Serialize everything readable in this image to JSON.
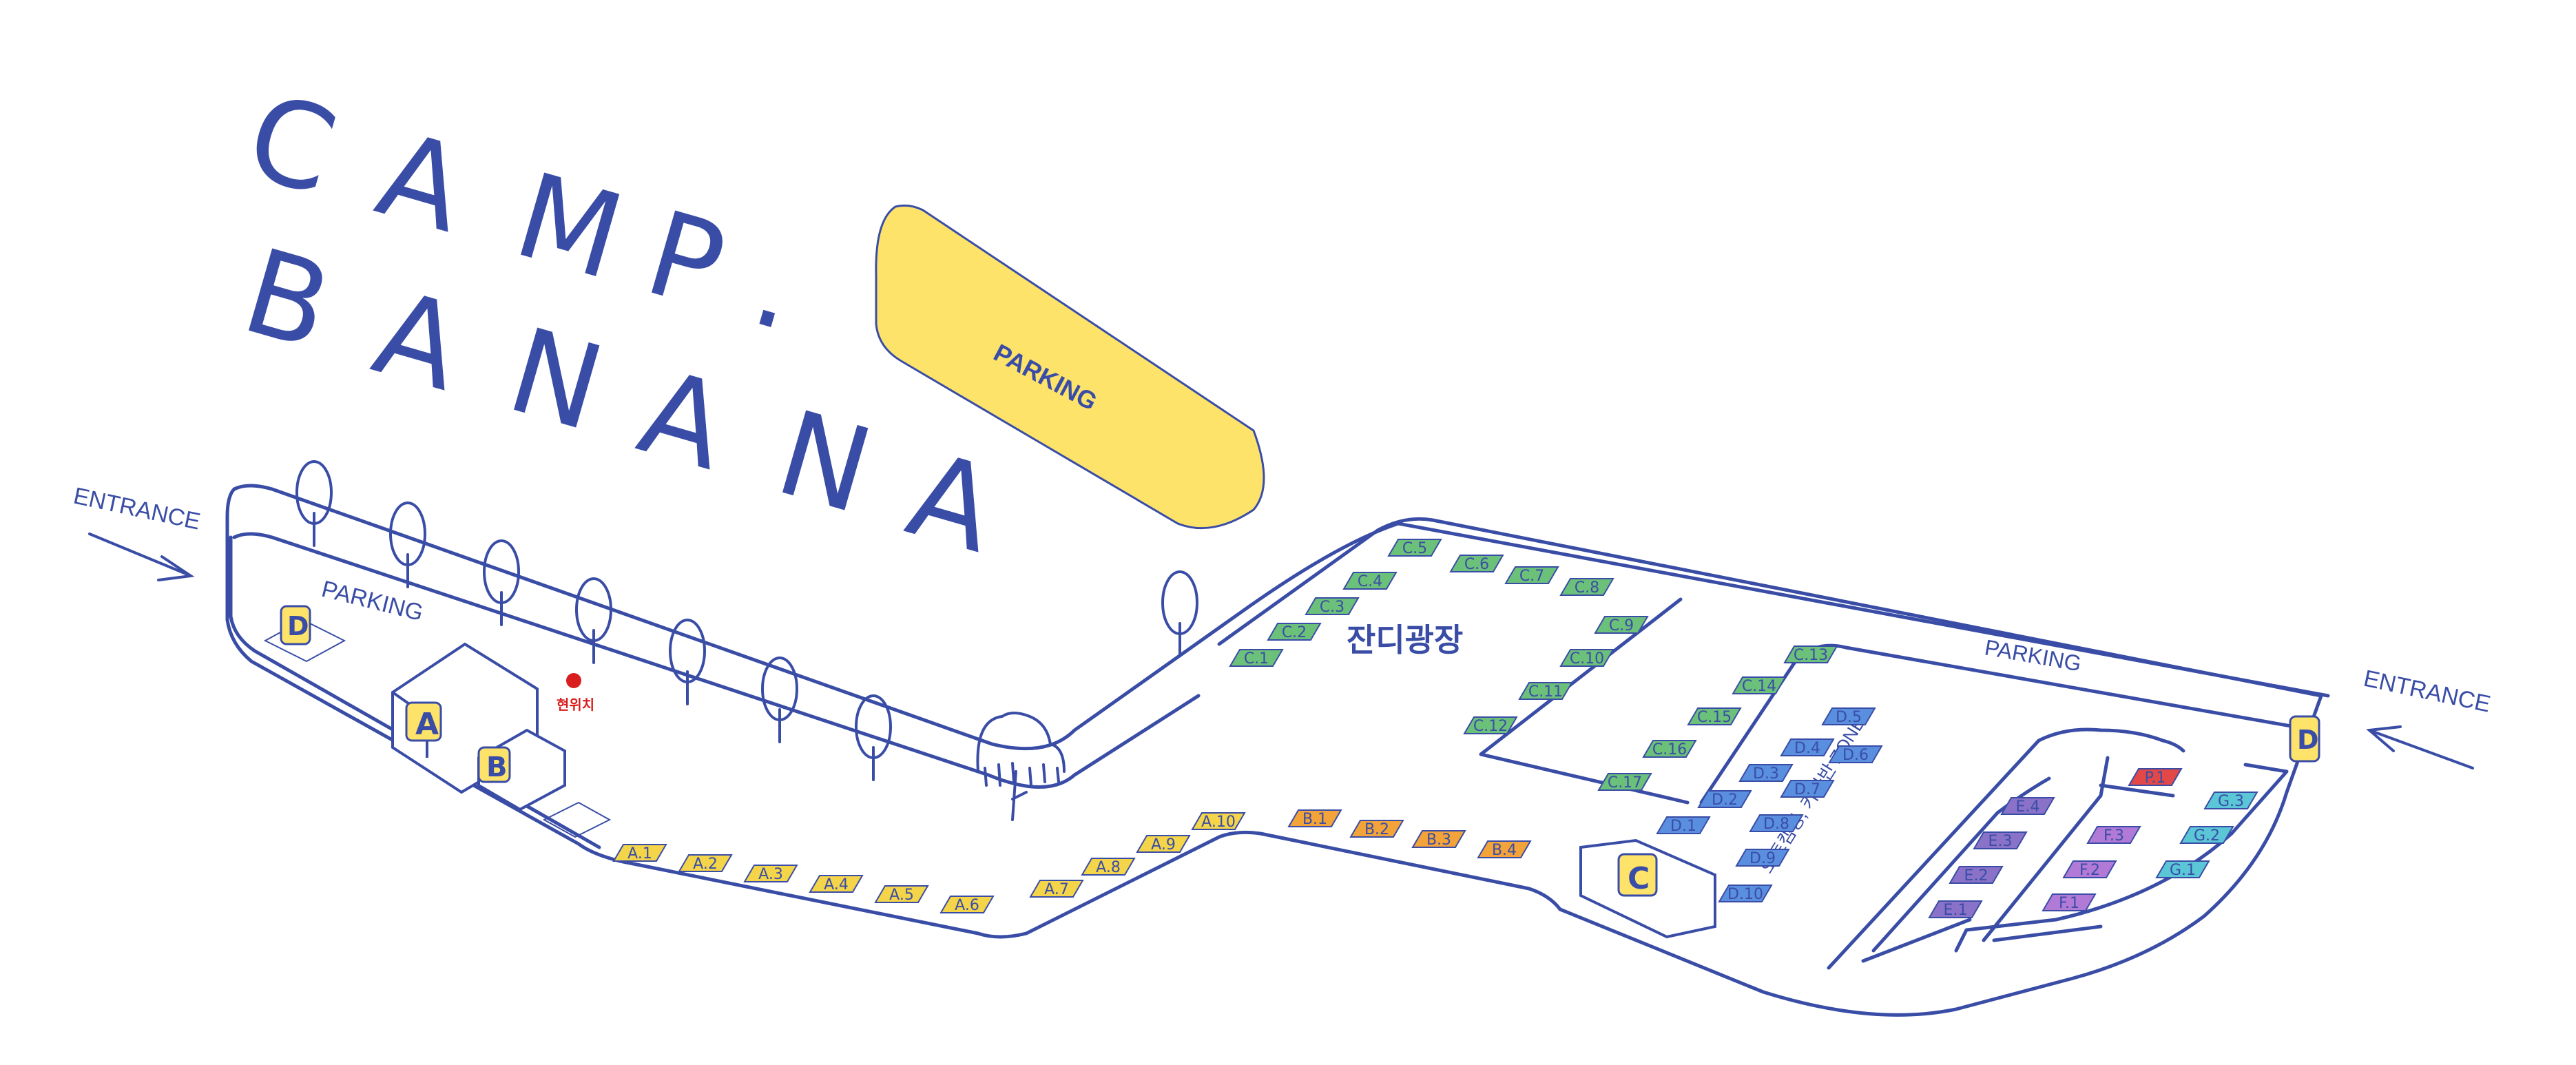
{
  "title": {
    "line1": [
      "C",
      "A",
      "M",
      "P",
      "."
    ],
    "line2": [
      "B",
      "A",
      "N",
      "A",
      "N",
      "A"
    ]
  },
  "labels": {
    "entrance_left": "ENTRANCE",
    "entrance_right": "ENTRANCE",
    "parking_top": "PARKING",
    "parking_left": "PARKING",
    "parking_right": "PARKING",
    "lawn": "잔디광장",
    "zone_label": "오토캠핑, 카라반 ZONE",
    "current_location": "현위치"
  },
  "buildings": {
    "a": "A",
    "b": "B",
    "c": "C",
    "d_left": "D",
    "d_right": "D"
  },
  "colors": {
    "line": "#3a4da6",
    "a_zone": "#f4d54a",
    "b_zone": "#f2a33a",
    "c_zone": "#6cc17a",
    "d_zone": "#5a8fe0",
    "e_zone": "#8a72c8",
    "f_zone": "#b07ad6",
    "g_zone": "#5bc6d6",
    "p_zone": "#e24848",
    "parking_fill": "#fde36a",
    "marker": "#d81e1e"
  },
  "sites": {
    "a": [
      "A.1",
      "A.2",
      "A.3",
      "A.4",
      "A.5",
      "A.6",
      "A.7",
      "A.8",
      "A.9",
      "A.10"
    ],
    "b": [
      "B.1",
      "B.2",
      "B.3",
      "B.4"
    ],
    "c": [
      "C.1",
      "C.2",
      "C.3",
      "C.4",
      "C.5",
      "C.6",
      "C.7",
      "C.8",
      "C.9",
      "C.10",
      "C.11",
      "C.12",
      "C.13",
      "C.14",
      "C.15",
      "C.16",
      "C.17"
    ],
    "d": [
      "D.1",
      "D.2",
      "D.3",
      "D.4",
      "D.5",
      "D.6",
      "D.7",
      "D.8",
      "D.9",
      "D.10"
    ],
    "e": [
      "E.1",
      "E.2",
      "E.3",
      "E.4"
    ],
    "f": [
      "F.1",
      "F.2",
      "F.3"
    ],
    "g": [
      "G.1",
      "G.2",
      "G.3"
    ],
    "p": [
      "P.1"
    ]
  }
}
